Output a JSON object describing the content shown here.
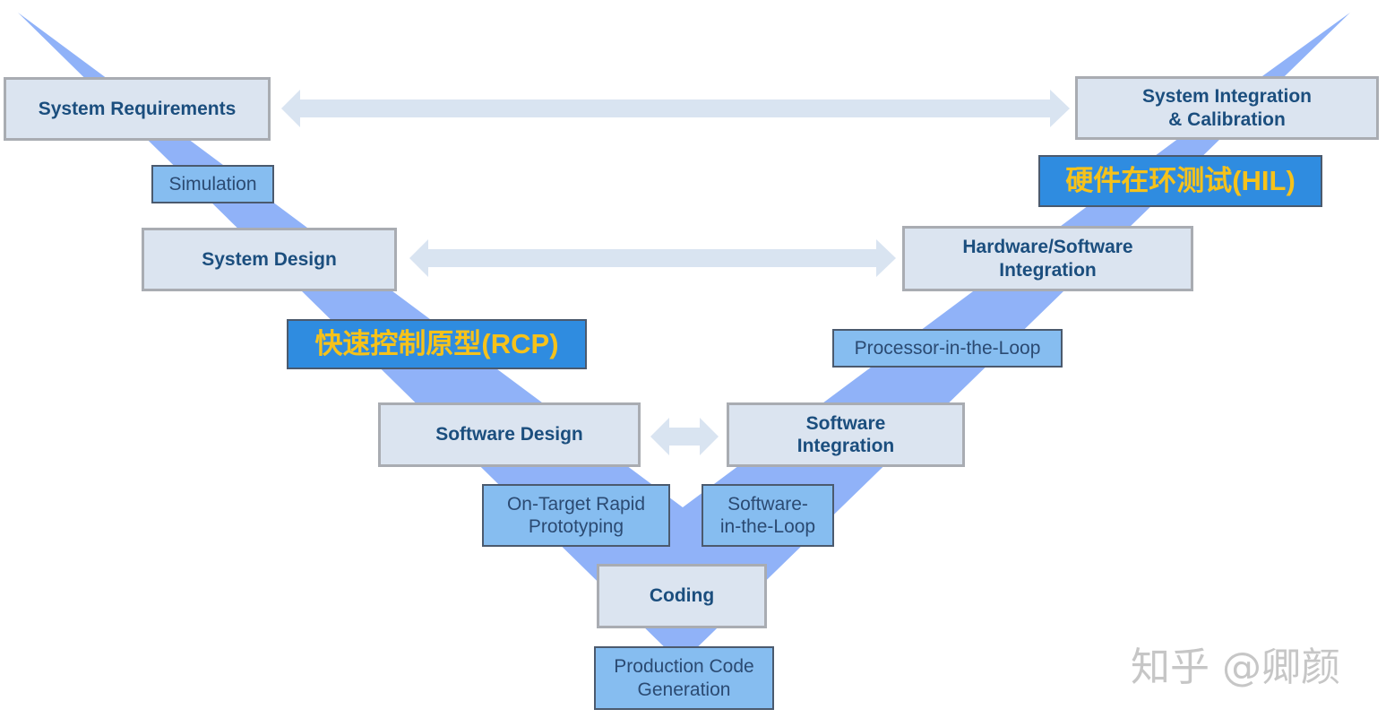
{
  "colors": {
    "v_fill": "#90b2f8",
    "arrow_fill": "#d9e4f1",
    "stage_bg": "#dbe4f0",
    "stage_text": "#1b4e7e",
    "method_bg": "#86bdf0",
    "method_text": "#2b4a72",
    "highlight_bg": "#2f8ce0",
    "highlight_text": "#f6c21a"
  },
  "left_stages": {
    "system_requirements": "System Requirements",
    "system_design": "System Design",
    "software_design": "Software Design"
  },
  "right_stages": {
    "system_integration_line1": "System Integration",
    "system_integration_line2": "& Calibration",
    "hw_sw_integration_line1": "Hardware/Software",
    "hw_sw_integration_line2": "Integration",
    "software_integration_line1": "Software",
    "software_integration_line2": "Integration"
  },
  "bottom_stage": {
    "coding": "Coding"
  },
  "methods": {
    "simulation": "Simulation",
    "rcp": "快速控制原型(RCP)",
    "on_target_line1": "On-Target Rapid",
    "on_target_line2": "Prototyping",
    "production_line1": "Production Code",
    "production_line2": "Generation",
    "sil_line1": "Software-",
    "sil_line2": "in-the-Loop",
    "pil": "Processor-in-the-Loop",
    "hil": "硬件在环测试(HIL)"
  },
  "watermark": "知乎 @卿颜"
}
